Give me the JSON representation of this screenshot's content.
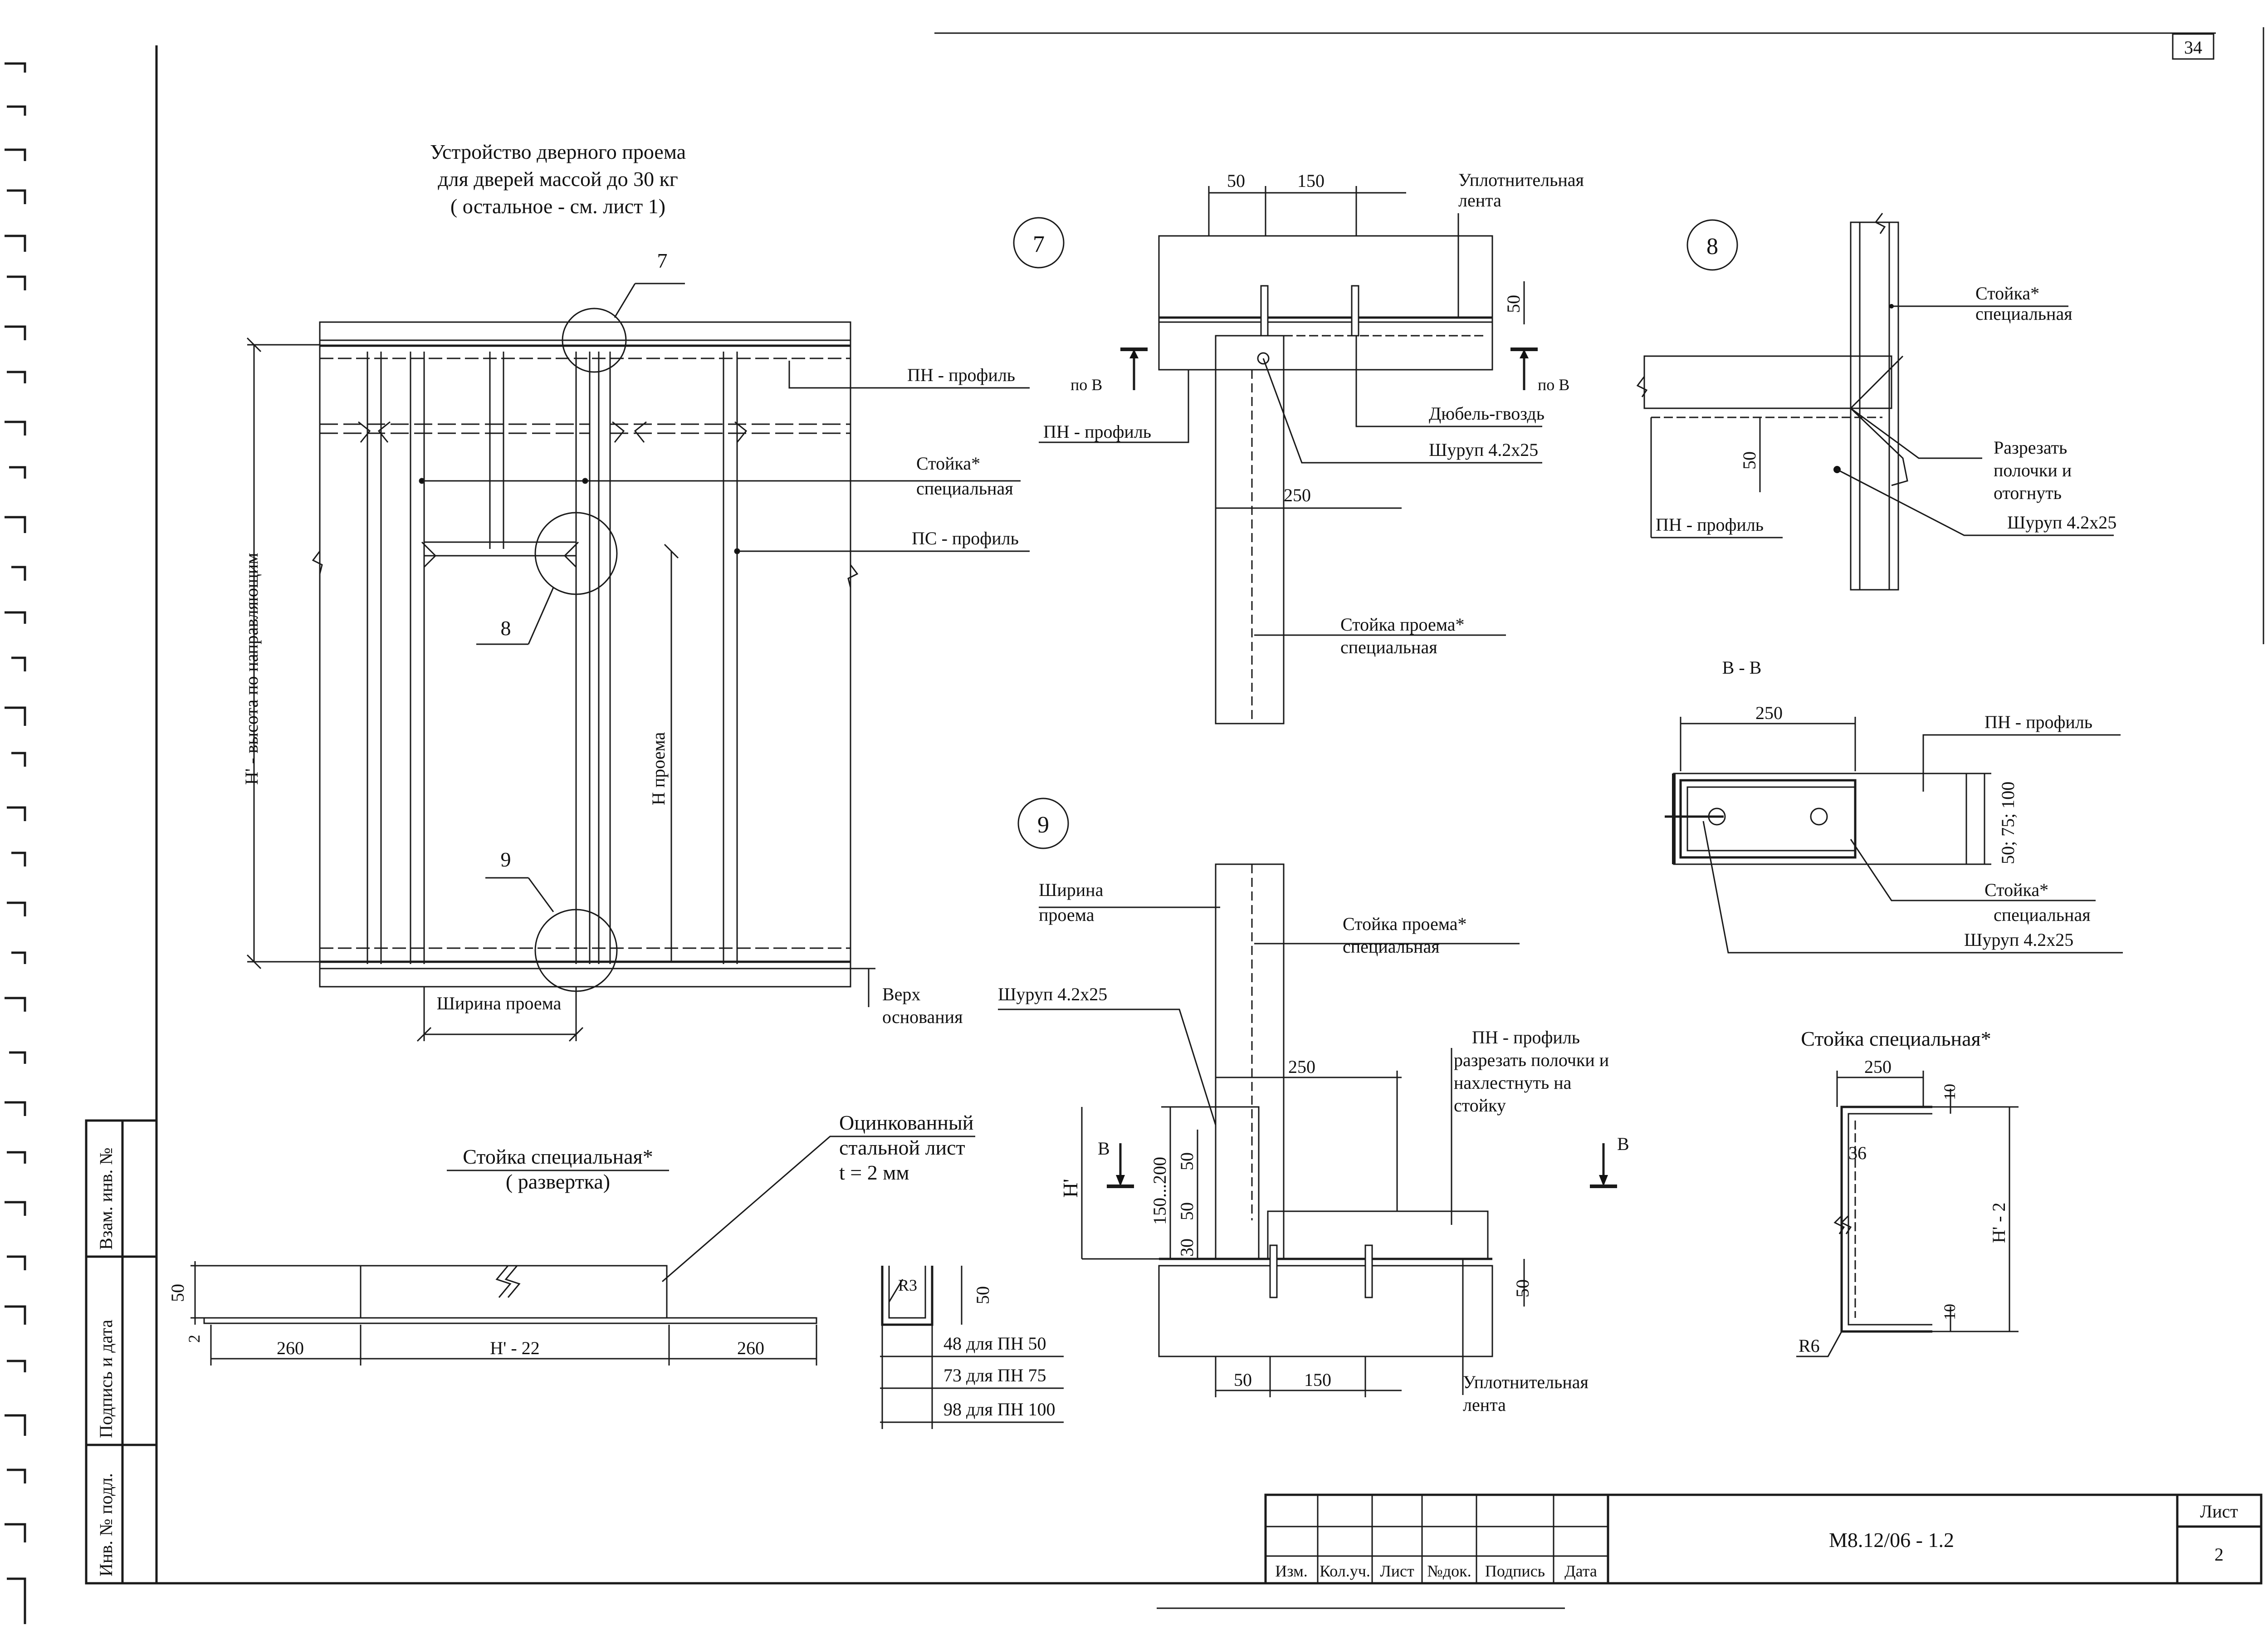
{
  "sheet_number_top": "34",
  "main_view": {
    "title_line1": "Устройство дверного проема",
    "title_line2": "для дверей массой до 30 кг",
    "title_line3": "( остальное - см. лист 1)",
    "callout_7": "7",
    "callout_8": "8",
    "callout_9": "9",
    "pn_profile": "ПН - профиль",
    "stoyka_line1": "Стойка*",
    "stoyka_line2": "специальная",
    "ps_profile": "ПС - профиль",
    "height_label": "H' - высота по направляющим",
    "opening_height": "H проема",
    "opening_width": "Ширина проема",
    "base_top_line1": "Верх",
    "base_top_line2": "основания"
  },
  "detail7": {
    "number": "7",
    "dim_50": "50",
    "dim_150": "150",
    "dim_50_vert": "50",
    "dim_250": "250",
    "seal_tape_line1": "Уплотнительная",
    "seal_tape_line2": "лента",
    "section_left": "по B",
    "section_right": "по B",
    "pn_profile": "ПН - профиль",
    "dowel_nail": "Дюбель-гвоздь",
    "screw": "Шуруп  4.2х25",
    "stoyka_opening_line1": "Стойка проема*",
    "stoyka_opening_line2": "специальная"
  },
  "detail8": {
    "number": "8",
    "stoyka_line1": "Стойка*",
    "stoyka_line2": "специальная",
    "cut_line1": "Разрезать",
    "cut_line2": "полочки и",
    "cut_line3": "отогнуть",
    "screw": "Шуруп  4.2х25",
    "dim_50": "50",
    "pn_profile": "ПН - профиль"
  },
  "section_bb": {
    "title": "B - B",
    "dim_250": "250",
    "pn_profile": "ПН - профиль",
    "dim_vert": "50; 75; 100",
    "stoyka_line1": "Стойка*",
    "stoyka_line2": "специальная",
    "screw": "Шуруп 4.2х25"
  },
  "detail9": {
    "number": "9",
    "width_line1": "Ширина",
    "width_line2": "проема",
    "stoyka_opening_line1": "Стойка проема*",
    "stoyka_opening_line2": "специальная",
    "screw": "Шуруп 4.2х25",
    "pn_line1": "ПН - профиль",
    "pn_line2": "разрезать полочки  и",
    "pn_line3": "нахлестнуть на",
    "pn_line4": "стойку",
    "dim_250": "250",
    "section_b_left": "B",
    "section_b_right": "B",
    "h_prime": "H'",
    "dim_150_200": "150...200",
    "dim_50_a": "50",
    "dim_50_b": "50",
    "dim_30": "30",
    "dim_50_right": "50",
    "dim_50_bottom": "50",
    "dim_150_bottom": "150",
    "seal_tape_line1": "Уплотнительная",
    "seal_tape_line2": "лента"
  },
  "stoyka_special": {
    "title": "Стойка специальная*",
    "dim_250": "250",
    "dim_10_top": "10",
    "dim_36": "36",
    "dim_h2": "H' - 2",
    "dim_10_bottom": "10",
    "radius": "R6"
  },
  "development": {
    "title_line1": "Стойка специальная*",
    "title_line2": "( развертка)",
    "material_line1": "Оцинкованный",
    "material_line2": "стальной лист",
    "material_line3": "t = 2 мм",
    "dim_50": "50",
    "dim_2": "2",
    "dim_260_left": "260",
    "dim_h22": "H' - 22",
    "dim_260_right": "260",
    "radius_r3": "R3",
    "dim_50_profile": "50",
    "row1": "48 для ПН 50",
    "row2": "73 для ПН 75",
    "row3": "98 для ПН 100"
  },
  "side_stamp": {
    "vzam": "Взам. инв. №",
    "podpis": "Подпись и дата",
    "inv": "Инв. № подл."
  },
  "title_block": {
    "columns": [
      "Изм.",
      "Кол.уч.",
      "Лист",
      "№док.",
      "Подпись",
      "Дата"
    ],
    "code": "М8.12/06 - 1.2",
    "sheet_label": "Лист",
    "sheet_number": "2"
  }
}
